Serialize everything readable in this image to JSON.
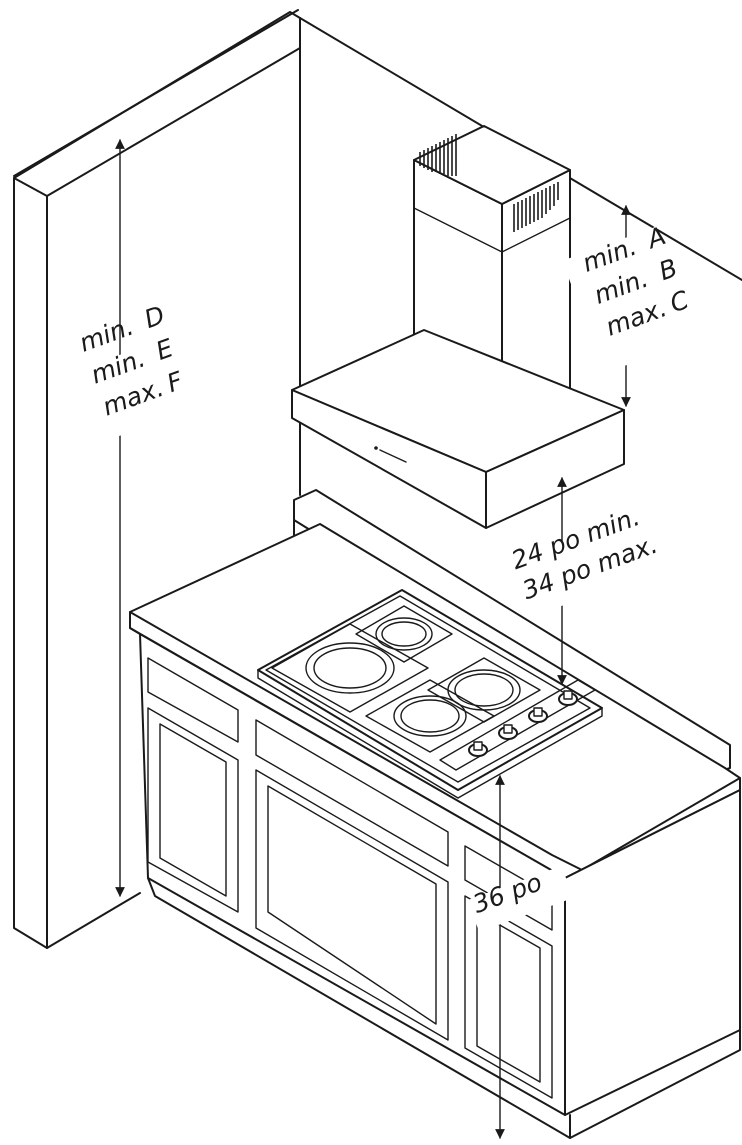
{
  "labels": {
    "duct": {
      "line1_prefix": "min.",
      "line1_key": "A",
      "line2_prefix": "min.",
      "line2_key": "B",
      "line3_prefix": "max.",
      "line3_key": "C"
    },
    "ceiling": {
      "line1_prefix": "min.",
      "line1_key": "D",
      "line2_prefix": "min.",
      "line2_key": "E",
      "line3_prefix": "max.",
      "line3_key": "F"
    },
    "hood_clearance": {
      "line1": "24 po min.",
      "line2": "34 po max."
    },
    "counter_height": "36 po"
  }
}
